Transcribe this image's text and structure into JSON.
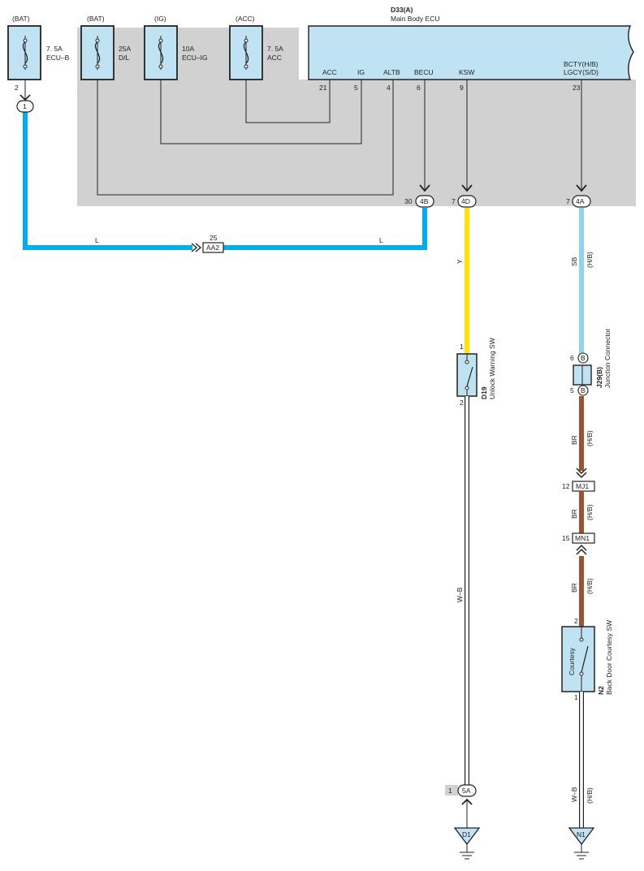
{
  "fuses": [
    {
      "source": "(BAT)",
      "rating": "7. 5A",
      "name": "ECU–B",
      "pin": "2"
    },
    {
      "source": "(BAT)",
      "rating": "25A",
      "name": "D/L"
    },
    {
      "source": "(IG)",
      "rating": "10A",
      "name": "ECU–IG"
    },
    {
      "source": "(ACC)",
      "rating": "7. 5A",
      "name": "ACC"
    }
  ],
  "ecu": {
    "id": "D33(A)",
    "name": "Main Body ECU",
    "terminals": [
      {
        "label": "ACC",
        "pin": "21"
      },
      {
        "label": "IG",
        "pin": "5"
      },
      {
        "label": "ALTB",
        "pin": "4"
      },
      {
        "label": "BECU",
        "pin": "6"
      },
      {
        "label": "KSW",
        "pin": "9"
      },
      {
        "label": "BCTY(H/B)",
        "label2": "LGCY(S/D)",
        "pin": "23"
      }
    ]
  },
  "connectors": {
    "c1": {
      "id": "1"
    },
    "c4b": {
      "id": "4B",
      "pin": "30"
    },
    "c4d": {
      "id": "4D",
      "pin": "7"
    },
    "c4a": {
      "id": "4A",
      "pin": "7"
    },
    "aa2": {
      "id": "AA2",
      "pin": "25"
    },
    "mj1": {
      "id": "MJ1",
      "pin": "12"
    },
    "mn1": {
      "id": "MN1",
      "pin": "15"
    },
    "c5a": {
      "id": "5A",
      "pin": "1"
    }
  },
  "wires": {
    "l1": "L",
    "l2": "L",
    "y": "Y",
    "sb": "SB",
    "sb_note": "(H/B)",
    "br1": "BR",
    "br1_note": "(H/B)",
    "br2": "BR",
    "br2_note": "(H/B)",
    "br3": "BR",
    "br3_note": "(H/B)",
    "wb1": "W–B",
    "wb2": "W–B",
    "wb2_note": "(H/B)"
  },
  "components": {
    "d19": {
      "id": "D19",
      "name": "Unlock Warning SW",
      "pin_top": "1",
      "pin_bottom": "2"
    },
    "j29": {
      "id": "J29(B)",
      "name": "Junction Connector",
      "pin_top": "6",
      "pin_bottom": "5",
      "tag": "B"
    },
    "n2": {
      "id": "N2",
      "name": "Back Door Courtesy SW",
      "inner": "Courtesy",
      "pin_top": "2",
      "pin_bottom": "1"
    }
  },
  "grounds": {
    "g1": "D1",
    "g2": "N1"
  },
  "colors": {
    "blue": "#00aeef",
    "yellow": "#ffe600",
    "lightblue": "#8fd3f4",
    "brown": "#a0522d",
    "white": "#ffffff",
    "gray": "#d1d1d1",
    "component": "#bfe3f3"
  }
}
